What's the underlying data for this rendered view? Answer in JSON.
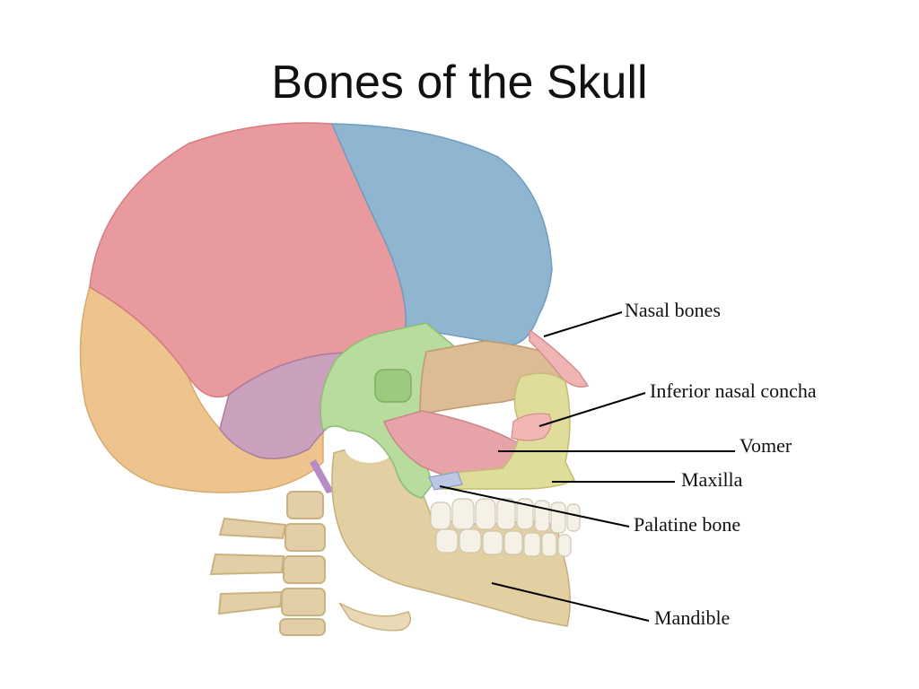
{
  "title": "Bones of the Skull",
  "labels": {
    "nasal_bones": "Nasal bones",
    "inferior_nasal_concha": "Inferior nasal concha",
    "vomer": "Vomer",
    "maxilla": "Maxilla",
    "palatine_bone": "Palatine bone",
    "mandible": "Mandible"
  },
  "colors": {
    "frontal": "#8fb5d0",
    "parietal": "#e89a9f",
    "occipital": "#edc48e",
    "temporal": "#c9a1bd",
    "sphenoid": "#b8dc9e",
    "ethmoid": "#dcbb95",
    "maxilla": "#e0dc9a",
    "mandible": "#e2cfa2",
    "vomer": "#e6a4a8",
    "nasal": "#f0b4b4",
    "spine": "#e3cfa7"
  }
}
